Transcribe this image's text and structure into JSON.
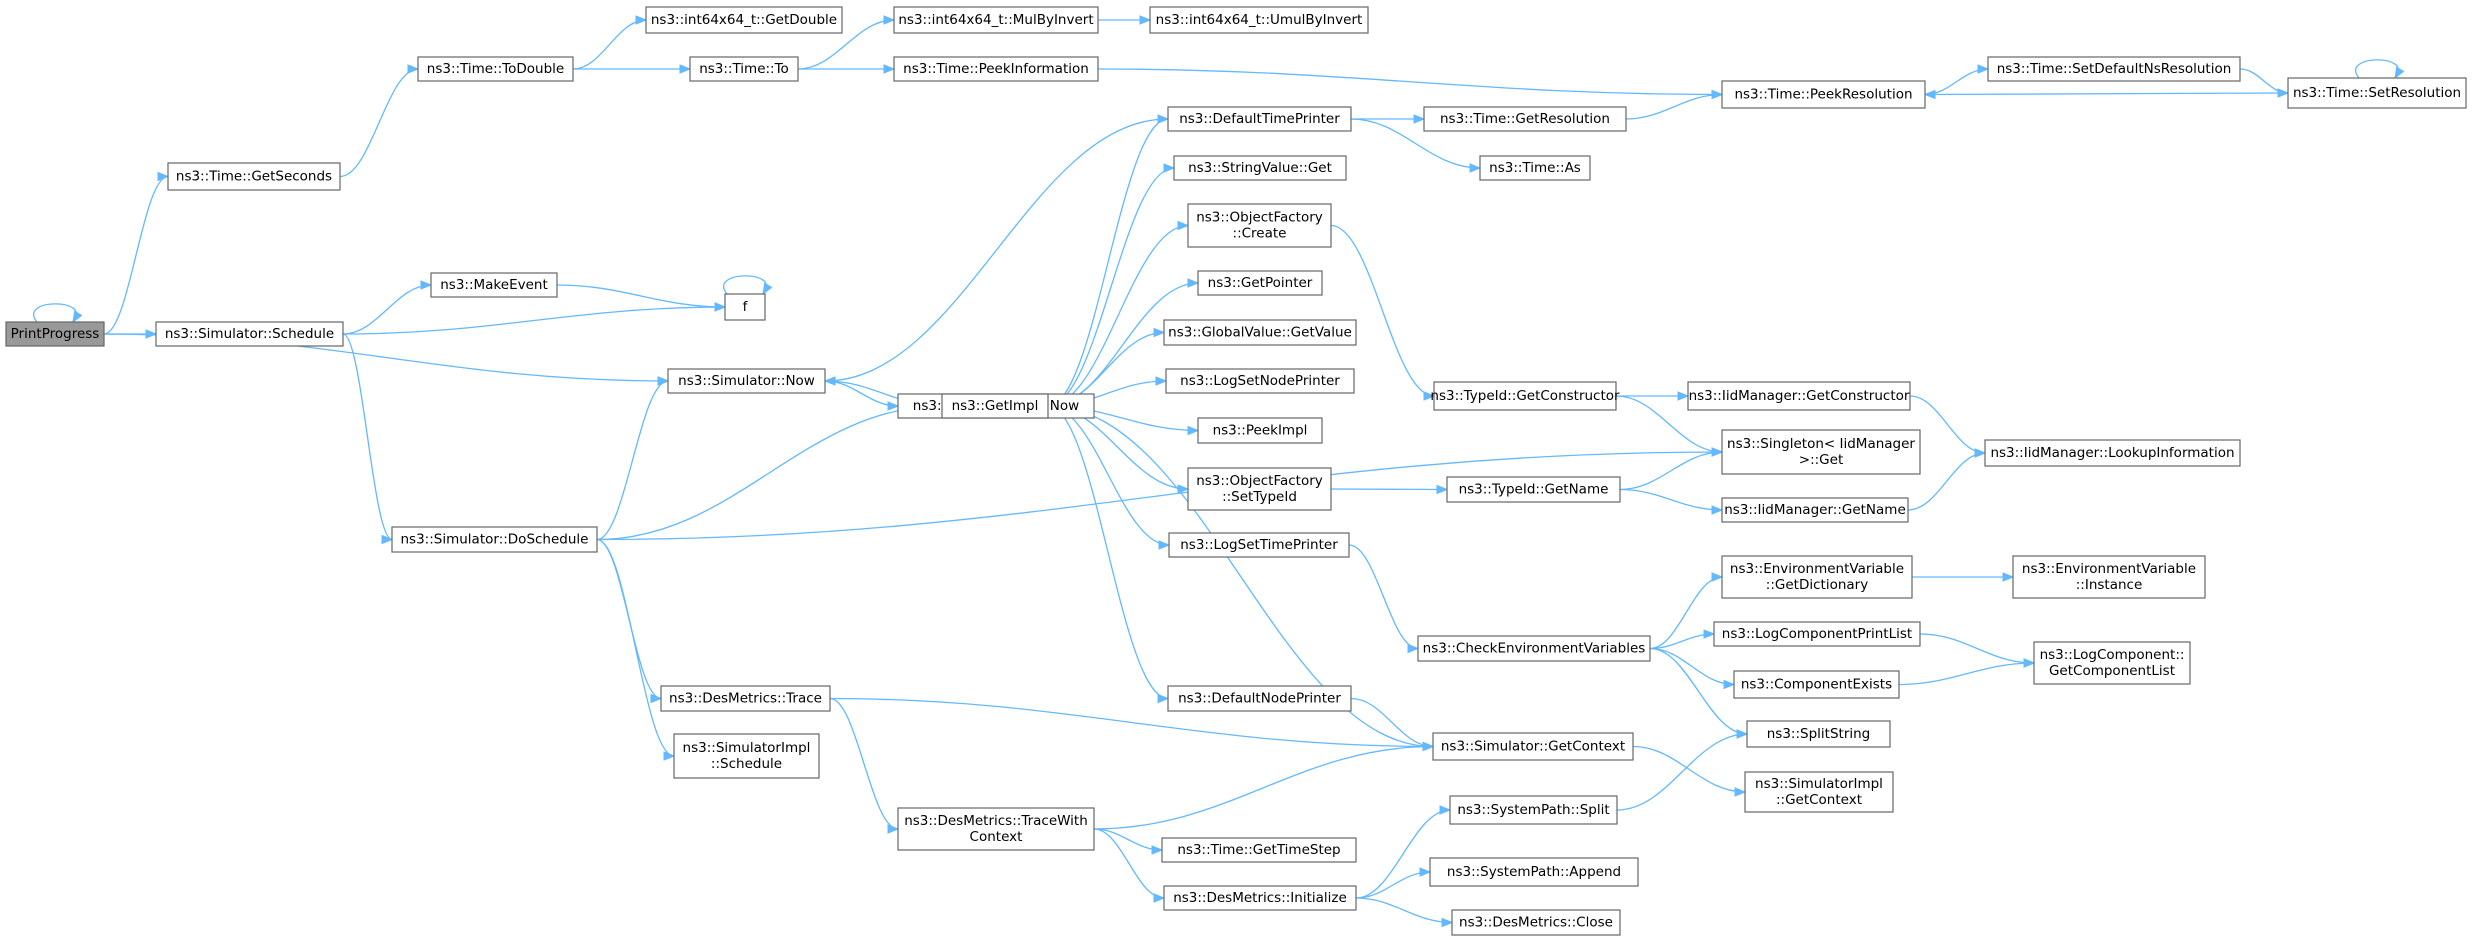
{
  "nodes": [
    {
      "id": "printprogress",
      "lines": [
        "PrintProgress"
      ],
      "root": true
    },
    {
      "id": "gettime_seconds",
      "lines": [
        "ns3::Time::GetSeconds"
      ]
    },
    {
      "id": "todouble",
      "lines": [
        "ns3::Time::ToDouble"
      ]
    },
    {
      "id": "getdouble",
      "lines": [
        "ns3::int64x64_t::GetDouble"
      ]
    },
    {
      "id": "time_to",
      "lines": [
        "ns3::Time::To"
      ]
    },
    {
      "id": "mulbyinvert",
      "lines": [
        "ns3::int64x64_t::MulByInvert"
      ]
    },
    {
      "id": "umulbyinvert",
      "lines": [
        "ns3::int64x64_t::UmulByInvert"
      ]
    },
    {
      "id": "peekinformation",
      "lines": [
        "ns3::Time::PeekInformation"
      ]
    },
    {
      "id": "peekresolution",
      "lines": [
        "ns3::Time::PeekResolution"
      ]
    },
    {
      "id": "setdefaultns",
      "lines": [
        "ns3::Time::SetDefaultNsResolution"
      ]
    },
    {
      "id": "setresolution",
      "lines": [
        "ns3::Time::SetResolution"
      ]
    },
    {
      "id": "defaulttimeprinter",
      "lines": [
        "ns3::DefaultTimePrinter"
      ]
    },
    {
      "id": "getresolution",
      "lines": [
        "ns3::Time::GetResolution"
      ]
    },
    {
      "id": "time_as",
      "lines": [
        "ns3::Time::As"
      ]
    },
    {
      "id": "stringvalue_get",
      "lines": [
        "ns3::StringValue::Get"
      ]
    },
    {
      "id": "objfactory_create",
      "lines": [
        "ns3::ObjectFactory",
        "::Create"
      ]
    },
    {
      "id": "getpointer",
      "lines": [
        "ns3::GetPointer"
      ]
    },
    {
      "id": "globalvalue_getvalue",
      "lines": [
        "ns3::GlobalValue::GetValue"
      ]
    },
    {
      "id": "logsetnodeprinter",
      "lines": [
        "ns3::LogSetNodePrinter"
      ]
    },
    {
      "id": "peekimpl",
      "lines": [
        "ns3::PeekImpl"
      ]
    },
    {
      "id": "objfactory_settypeid",
      "lines": [
        "ns3::ObjectFactory",
        "::SetTypeId"
      ]
    },
    {
      "id": "logsettimeprinter",
      "lines": [
        "ns3::LogSetTimePrinter"
      ]
    },
    {
      "id": "defaultnodeprinter",
      "lines": [
        "ns3::DefaultNodePrinter"
      ]
    },
    {
      "id": "makeevent",
      "lines": [
        "ns3::MakeEvent"
      ]
    },
    {
      "id": "f",
      "lines": [
        "f"
      ]
    },
    {
      "id": "sim_schedule",
      "lines": [
        "ns3::Simulator::Schedule"
      ]
    },
    {
      "id": "sim_now",
      "lines": [
        "ns3::Simulator::Now"
      ]
    },
    {
      "id": "simimpl_now",
      "lines": [
        "ns3::SimulatorImpl::Now"
      ]
    },
    {
      "id": "getimpl",
      "lines": [
        "ns3::GetImpl"
      ]
    },
    {
      "id": "sim_doschedule",
      "lines": [
        "ns3::Simulator::DoSchedule"
      ]
    },
    {
      "id": "desmetrics_trace",
      "lines": [
        "ns3::DesMetrics::Trace"
      ]
    },
    {
      "id": "simimpl_schedule",
      "lines": [
        "ns3::SimulatorImpl",
        "::Schedule"
      ]
    },
    {
      "id": "desmetrics_tracewith",
      "lines": [
        "ns3::DesMetrics::TraceWith",
        "Context"
      ]
    },
    {
      "id": "gettimestep",
      "lines": [
        "ns3::Time::GetTimeStep"
      ]
    },
    {
      "id": "desmetrics_init",
      "lines": [
        "ns3::DesMetrics::Initialize"
      ]
    },
    {
      "id": "typeid_getconstructor",
      "lines": [
        "ns3::TypeId::GetConstructor"
      ]
    },
    {
      "id": "iid_getconstructor",
      "lines": [
        "ns3::IidManager::GetConstructor"
      ]
    },
    {
      "id": "singleton_get",
      "lines": [
        "ns3::Singleton< IidManager",
        " >::Get"
      ]
    },
    {
      "id": "iid_lookup",
      "lines": [
        "ns3::IidManager::LookupInformation"
      ]
    },
    {
      "id": "typeid_getname",
      "lines": [
        "ns3::TypeId::GetName"
      ]
    },
    {
      "id": "iid_getname",
      "lines": [
        "ns3::IidManager::GetName"
      ]
    },
    {
      "id": "checkenv",
      "lines": [
        "ns3::CheckEnvironmentVariables"
      ]
    },
    {
      "id": "envvar_getdict",
      "lines": [
        "ns3::EnvironmentVariable",
        "::GetDictionary"
      ]
    },
    {
      "id": "envvar_instance",
      "lines": [
        "ns3::EnvironmentVariable",
        "::Instance"
      ]
    },
    {
      "id": "logcomponentprintlist",
      "lines": [
        "ns3::LogComponentPrintList"
      ]
    },
    {
      "id": "logcomponent_getlist",
      "lines": [
        "ns3::LogComponent::",
        "GetComponentList"
      ]
    },
    {
      "id": "componentexists",
      "lines": [
        "ns3::ComponentExists"
      ]
    },
    {
      "id": "splitstring",
      "lines": [
        "ns3::SplitString"
      ]
    },
    {
      "id": "sim_getcontext",
      "lines": [
        "ns3::Simulator::GetContext"
      ]
    },
    {
      "id": "simimpl_getcontext",
      "lines": [
        "ns3::SimulatorImpl",
        "::GetContext"
      ]
    },
    {
      "id": "systempath_split",
      "lines": [
        "ns3::SystemPath::Split"
      ]
    },
    {
      "id": "systempath_append",
      "lines": [
        "ns3::SystemPath::Append"
      ]
    },
    {
      "id": "desmetrics_close",
      "lines": [
        "ns3::DesMetrics::Close"
      ]
    }
  ],
  "edges": [
    {
      "from": "printprogress",
      "to": "printprogress"
    },
    {
      "from": "printprogress",
      "to": "gettime_seconds"
    },
    {
      "from": "printprogress",
      "to": "sim_schedule"
    },
    {
      "from": "printprogress",
      "to": "sim_now"
    },
    {
      "from": "gettime_seconds",
      "to": "todouble"
    },
    {
      "from": "todouble",
      "to": "getdouble"
    },
    {
      "from": "todouble",
      "to": "time_to"
    },
    {
      "from": "time_to",
      "to": "mulbyinvert"
    },
    {
      "from": "time_to",
      "to": "peekinformation"
    },
    {
      "from": "mulbyinvert",
      "to": "umulbyinvert"
    },
    {
      "from": "peekinformation",
      "to": "peekresolution"
    },
    {
      "from": "peekresolution",
      "to": "setdefaultns"
    },
    {
      "from": "setdefaultns",
      "to": "setresolution"
    },
    {
      "from": "setresolution",
      "to": "peekresolution"
    },
    {
      "from": "setresolution",
      "to": "setresolution"
    },
    {
      "from": "sim_schedule",
      "to": "makeevent"
    },
    {
      "from": "sim_schedule",
      "to": "f"
    },
    {
      "from": "sim_schedule",
      "to": "sim_doschedule"
    },
    {
      "from": "makeevent",
      "to": "f"
    },
    {
      "from": "f",
      "to": "f"
    },
    {
      "from": "sim_now",
      "to": "simimpl_now"
    },
    {
      "from": "sim_now",
      "to": "getimpl"
    },
    {
      "from": "sim_doschedule",
      "to": "sim_now"
    },
    {
      "from": "sim_doschedule",
      "to": "getimpl"
    },
    {
      "from": "sim_doschedule",
      "to": "singleton_get"
    },
    {
      "from": "sim_doschedule",
      "to": "desmetrics_trace"
    },
    {
      "from": "sim_doschedule",
      "to": "simimpl_schedule"
    },
    {
      "from": "getimpl",
      "to": "defaulttimeprinter"
    },
    {
      "from": "getimpl",
      "to": "stringvalue_get"
    },
    {
      "from": "getimpl",
      "to": "objfactory_create"
    },
    {
      "from": "getimpl",
      "to": "getpointer"
    },
    {
      "from": "getimpl",
      "to": "globalvalue_getvalue"
    },
    {
      "from": "getimpl",
      "to": "logsetnodeprinter"
    },
    {
      "from": "getimpl",
      "to": "peekimpl"
    },
    {
      "from": "getimpl",
      "to": "objfactory_settypeid"
    },
    {
      "from": "getimpl",
      "to": "logsettimeprinter"
    },
    {
      "from": "getimpl",
      "to": "defaultnodeprinter"
    },
    {
      "from": "defaulttimeprinter",
      "to": "sim_now"
    },
    {
      "from": "defaulttimeprinter",
      "to": "getresolution"
    },
    {
      "from": "defaulttimeprinter",
      "to": "time_as"
    },
    {
      "from": "getresolution",
      "to": "peekresolution"
    },
    {
      "from": "objfactory_create",
      "to": "typeid_getconstructor"
    },
    {
      "from": "objfactory_settypeid",
      "to": "typeid_getname"
    },
    {
      "from": "logsettimeprinter",
      "to": "checkenv"
    },
    {
      "from": "defaultnodeprinter",
      "to": "sim_getcontext"
    },
    {
      "from": "desmetrics_trace",
      "to": "sim_getcontext"
    },
    {
      "from": "desmetrics_trace",
      "to": "desmetrics_tracewith"
    },
    {
      "from": "desmetrics_tracewith",
      "to": "sim_getcontext"
    },
    {
      "from": "desmetrics_tracewith",
      "to": "gettimestep"
    },
    {
      "from": "desmetrics_tracewith",
      "to": "desmetrics_init"
    },
    {
      "from": "sim_getcontext",
      "to": "getimpl"
    },
    {
      "from": "sim_getcontext",
      "to": "simimpl_getcontext"
    },
    {
      "from": "desmetrics_init",
      "to": "systempath_split"
    },
    {
      "from": "desmetrics_init",
      "to": "systempath_append"
    },
    {
      "from": "desmetrics_init",
      "to": "desmetrics_close"
    },
    {
      "from": "systempath_split",
      "to": "splitstring"
    },
    {
      "from": "typeid_getconstructor",
      "to": "iid_getconstructor"
    },
    {
      "from": "typeid_getconstructor",
      "to": "singleton_get"
    },
    {
      "from": "iid_getconstructor",
      "to": "iid_lookup"
    },
    {
      "from": "typeid_getname",
      "to": "singleton_get"
    },
    {
      "from": "typeid_getname",
      "to": "iid_getname"
    },
    {
      "from": "iid_getname",
      "to": "iid_lookup"
    },
    {
      "from": "checkenv",
      "to": "envvar_getdict"
    },
    {
      "from": "checkenv",
      "to": "logcomponentprintlist"
    },
    {
      "from": "checkenv",
      "to": "componentexists"
    },
    {
      "from": "checkenv",
      "to": "splitstring"
    },
    {
      "from": "envvar_getdict",
      "to": "envvar_instance"
    },
    {
      "from": "logcomponentprintlist",
      "to": "logcomponent_getlist"
    },
    {
      "from": "componentexists",
      "to": "logcomponent_getlist"
    }
  ],
  "colors": {
    "edge": "#63b8ff",
    "node_border": "#666666",
    "node_fill": "#ffffff",
    "root_fill": "#999999",
    "text": "#000000"
  }
}
